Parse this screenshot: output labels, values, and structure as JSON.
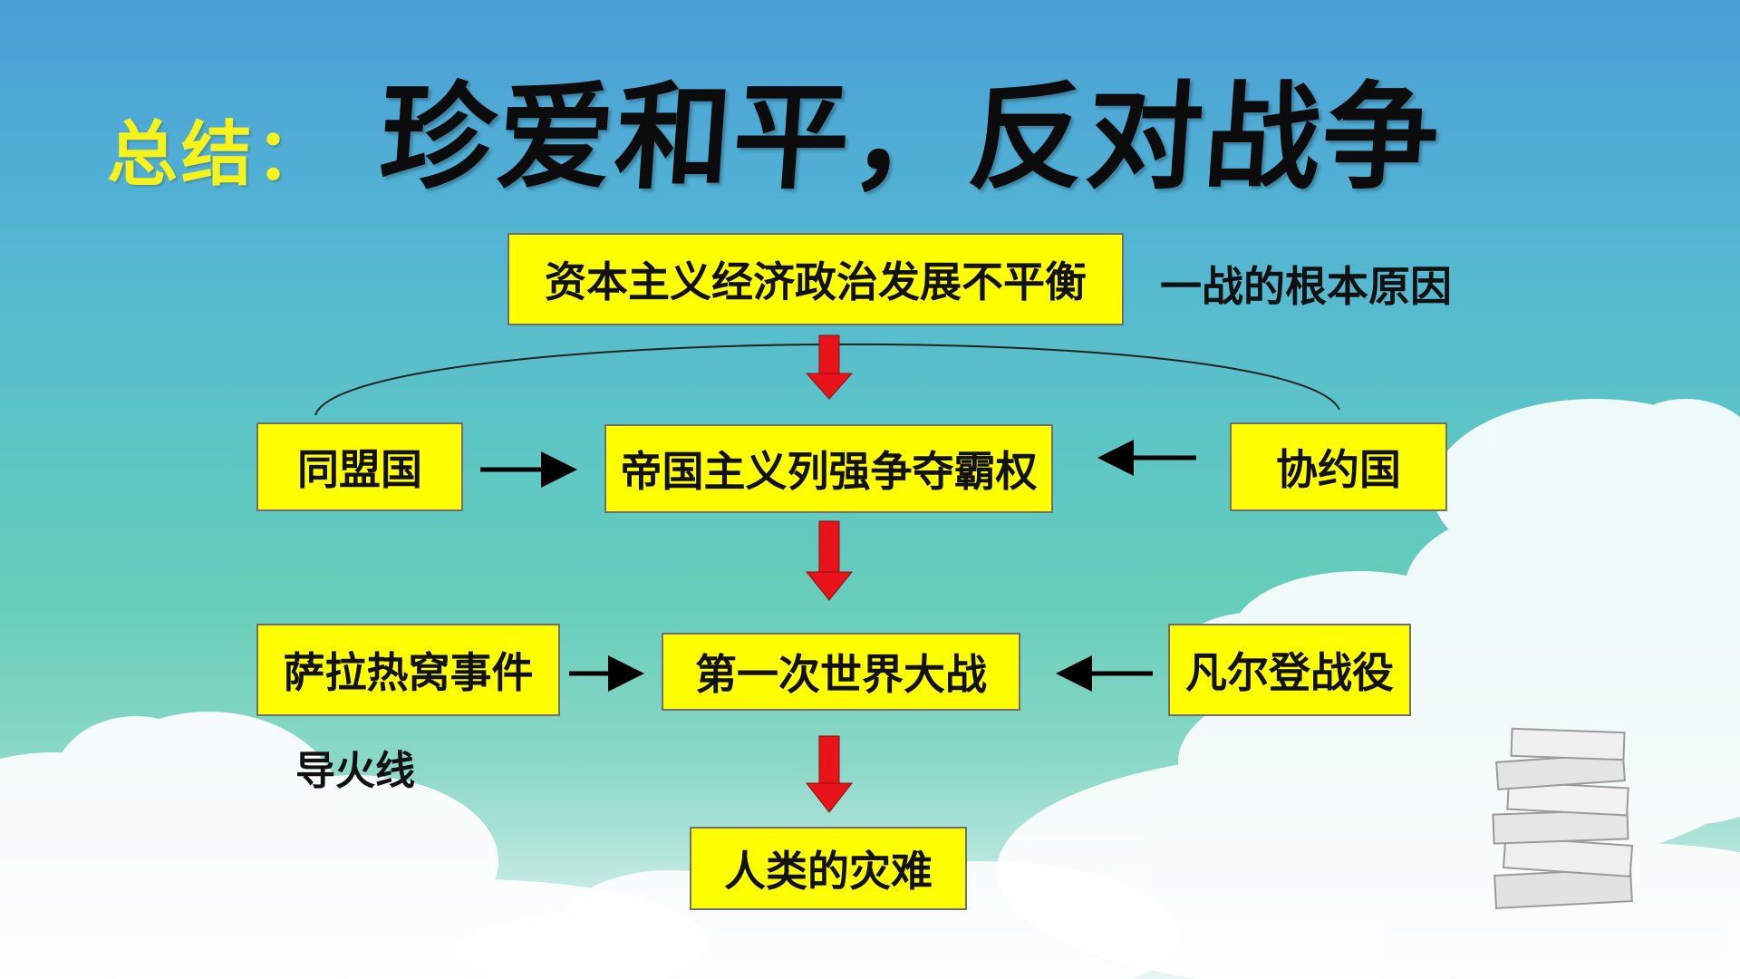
{
  "title": {
    "summary_label": "总结：",
    "main": "珍爱和平，反对战争"
  },
  "diagram": {
    "root_cause": "资本主义经济政治发展不平衡",
    "root_cause_note": "一战的根本原因",
    "central_alliance": "同盟国",
    "imperialist_struggle": "帝国主义列强争夺霸权",
    "entente": "协约国",
    "sarajevo": "萨拉热窝事件",
    "sarajevo_note": "导火线",
    "ww1": "第一次世界大战",
    "verdun": "凡尔登战役",
    "disaster": "人类的灾难"
  },
  "colors": {
    "box_fill": "#ffff00",
    "summary_label": "#f7f21a",
    "flow_arrow": "#e8141a",
    "side_arrow": "#000000"
  }
}
